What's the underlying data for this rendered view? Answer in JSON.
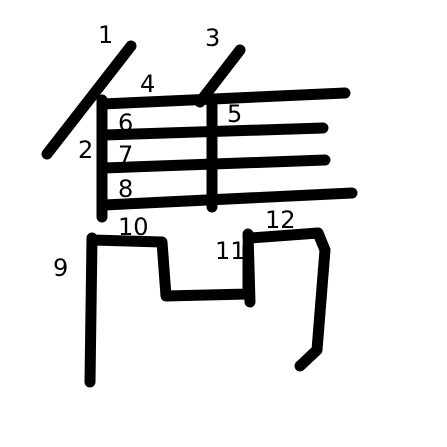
{
  "figure": {
    "background_color": "#ffffff",
    "stroke_color": "#000000",
    "character": "雋"
  },
  "stroke_order_labels": {
    "n1": "1",
    "n2": "2",
    "n3": "3",
    "n4": "4",
    "n5": "5",
    "n6": "6",
    "n7": "7",
    "n8": "8",
    "n9": "9",
    "n10": "10",
    "n11": "11",
    "n12": "12"
  }
}
